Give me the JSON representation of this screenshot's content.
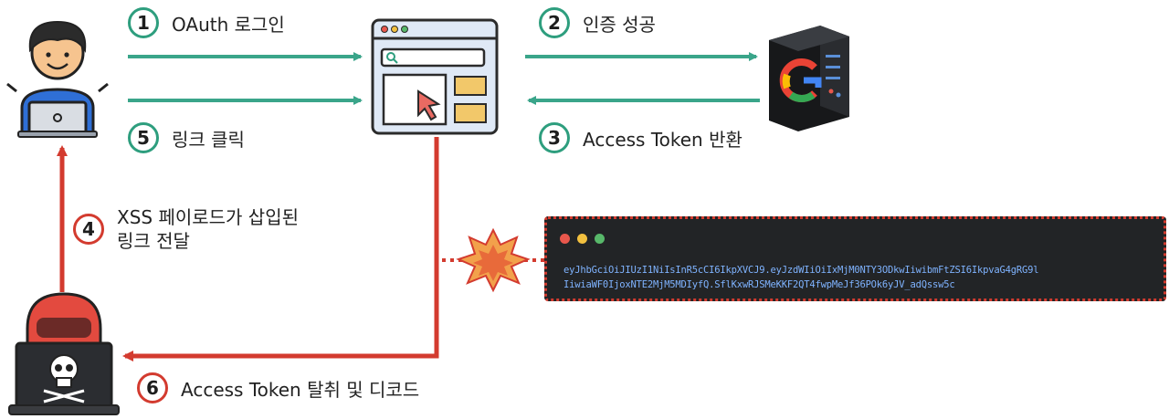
{
  "steps": {
    "s1": {
      "num": "1",
      "label": "OAuth 로그인"
    },
    "s2": {
      "num": "2",
      "label": "인증 성공"
    },
    "s3": {
      "num": "3",
      "label": "Access Token 반환"
    },
    "s4": {
      "num": "4",
      "label_line1": "XSS 페이로드가 삽입된",
      "label_line2": "링크 전달"
    },
    "s5": {
      "num": "5",
      "label": "링크 클릭"
    },
    "s6": {
      "num": "6",
      "label": "Access Token 탈취 및 디코드"
    }
  },
  "terminal": {
    "token_line1": "eyJhbGciOiJIUzI1NiIsInR5cCI6IkpXVCJ9.eyJzdWIiOiIxMjM0NTY3ODkwIiwibmFtZSI6IkpvaG4gRG9l",
    "token_line2": "IiwiaWF0IjoxNTE2MjM5MDIyfQ.SflKxwRJSMeKKF2QT4fwpMeJf36POk6yJV_adQssw5c"
  },
  "colors": {
    "teal_arrow": "#3aa58a",
    "red_arrow": "#d33b2f",
    "terminal_bg": "#222426",
    "token_text": "#7fb3ff"
  },
  "icons": [
    "user-laptop-icon",
    "browser-window-icon",
    "google-server-icon",
    "hacker-laptop-icon",
    "explosion-icon"
  ]
}
